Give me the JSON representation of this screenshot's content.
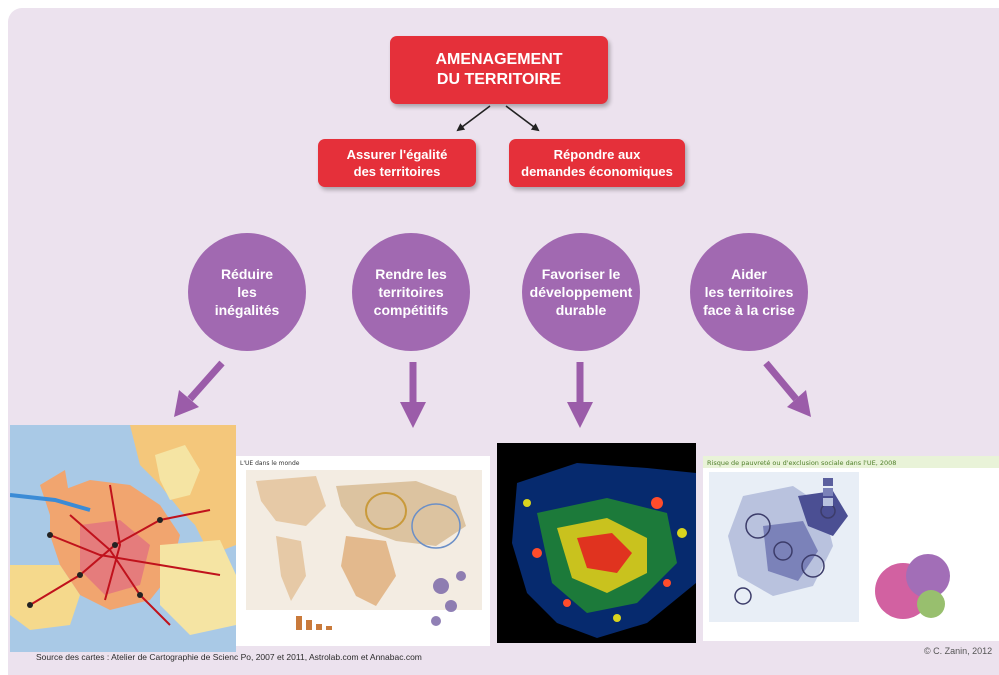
{
  "title": {
    "line1": "AMENAGEMENT",
    "line2": "DU TERRITOIRE"
  },
  "objectives": [
    {
      "line1": "Assurer l'égalité",
      "line2": "des territoires"
    },
    {
      "line1": "Répondre aux",
      "line2": "demandes économiques"
    }
  ],
  "actions": [
    {
      "lines": [
        "Réduire",
        "les",
        "inégalités"
      ]
    },
    {
      "lines": [
        "Rendre les",
        "territoires",
        "compétitifs"
      ]
    },
    {
      "lines": [
        "Favoriser le",
        "développement",
        "durable"
      ]
    },
    {
      "lines": [
        "Aider",
        "les territoires",
        "face  à la crise"
      ]
    }
  ],
  "maps": {
    "world_title": "L'UE dans le monde",
    "poverty_title": "Risque de pauvreté ou d'exclusion sociale dans l'UE, 2008"
  },
  "source": "Source des cartes : Atelier de Cartographie de Scienc Po,  2007 et 2011, Astrolab.com et Annabac.com",
  "credit": "© C. Zanin,  2012",
  "colors": {
    "panel": "#ece2ee",
    "red": "#e5303a",
    "purple": "#a169b1",
    "arrow": "#9b5ca9"
  }
}
